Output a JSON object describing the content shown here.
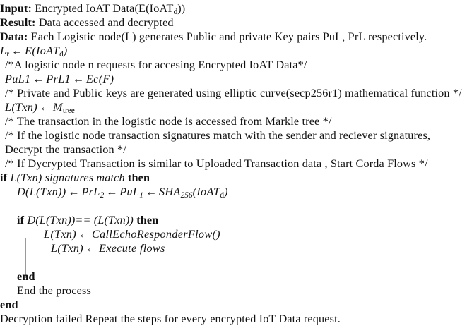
{
  "algorithm": {
    "title_lines": [
      {
        "label": "Input:",
        "text": "Encrypted IoAT Data(E(IoAT",
        "sub": "d",
        "tail": "))"
      },
      {
        "label": "Result:",
        "text": "Data accessed and decrypted"
      },
      {
        "label": "Data:",
        "text": "Each Logistic node(L) generates Public and private Key pairs PuL, PrL respectively."
      }
    ],
    "lines": [
      {
        "id": "assign-lr",
        "kind": "math",
        "text": "L_r ← E(IoAT_d)",
        "parts": {
          "lhs": "L",
          "lhs_sub": "r",
          "arrow": "←",
          "rhs": "E(IoAT",
          "rhs_sub": "d",
          "rhs_tail": ")"
        }
      },
      {
        "id": "comment-1",
        "kind": "comment",
        "text": "/*A logistic node n requests for accesing Encrypted IoAT Data*/"
      },
      {
        "id": "assign-pul1",
        "kind": "math",
        "text": "PuL1 ← PrL1 ← Ec(F)",
        "parts": {
          "a": "PuL1",
          "arrow1": "←",
          "b": "PrL1",
          "arrow2": "←",
          "c": "Ec(F)"
        }
      },
      {
        "id": "comment-2",
        "kind": "comment",
        "text": "/* Private and Public keys are generated using elliptic curve(secp256r1) mathematical function */"
      },
      {
        "id": "assign-ltxn-mtree",
        "kind": "math",
        "text": "L(Txn) ← M_tree",
        "parts": {
          "lhs": "L(Txn)",
          "arrow": "←",
          "rhs": "M",
          "rhs_sub": "tree"
        }
      },
      {
        "id": "comment-3",
        "kind": "comment",
        "text": "/* The transaction in the logistic node is accessed from Markle tree */"
      },
      {
        "id": "comment-4",
        "kind": "comment",
        "text": "/* If the logistic node transaction signatures match with the sender and reciever signatures, Decrypt the transaction */"
      },
      {
        "id": "comment-5",
        "kind": "comment",
        "text": "/* If Dycrypted Transaction is similar to Uploaded Transaction data , Start Corda Flows */"
      },
      {
        "id": "if-outer",
        "kind": "if",
        "keyword_if": "if",
        "condition": "L(Txn) signatures match",
        "keyword_then": "then"
      },
      {
        "id": "assign-decrypt",
        "kind": "math",
        "text": "D(L(Txn)) ← PrL_2 ← PuL_1 ← SHA_256(IoAT_d)",
        "parts": {
          "a": "D(L(Txn))",
          "arrow1": "←",
          "b": "PrL",
          "b_sub": "2",
          "arrow2": "←",
          "c": "PuL",
          "c_sub": "1",
          "arrow3": "←",
          "d": "SHA",
          "d_sub": "256",
          "d_tail": "(IoAT",
          "d_sub2": "d",
          "d_close": ")"
        }
      },
      {
        "id": "if-inner",
        "kind": "if",
        "keyword_if": "if",
        "condition": "D(L(Txn))== (L(Txn))",
        "keyword_then": "then"
      },
      {
        "id": "assign-callecho",
        "kind": "math",
        "text": "L(Txn) ← CallEchoResponderFlow()",
        "parts": {
          "lhs": "L(Txn)",
          "arrow": "←",
          "rhs": "CallEchoResponderFlow()"
        }
      },
      {
        "id": "assign-execute",
        "kind": "math",
        "text": "L(Txn) ← Execute flows",
        "parts": {
          "lhs": "L(Txn)",
          "arrow": "←",
          "rhs": "Execute flows"
        }
      },
      {
        "id": "end-inner",
        "kind": "end",
        "text": "end"
      },
      {
        "id": "end-process",
        "kind": "plain",
        "text": "End the process"
      },
      {
        "id": "end-outer",
        "kind": "end",
        "text": "end"
      },
      {
        "id": "fallback",
        "kind": "plain",
        "text": "Decryption failed Repeat the steps for every encrypted IoT Data request."
      }
    ]
  },
  "symbols": {
    "arrow_left": "←",
    "comment_open": "/*",
    "comment_close": "*/"
  },
  "colors": {
    "text": "#111111",
    "rule": "#9a9a9a",
    "background": "#ffffff"
  }
}
